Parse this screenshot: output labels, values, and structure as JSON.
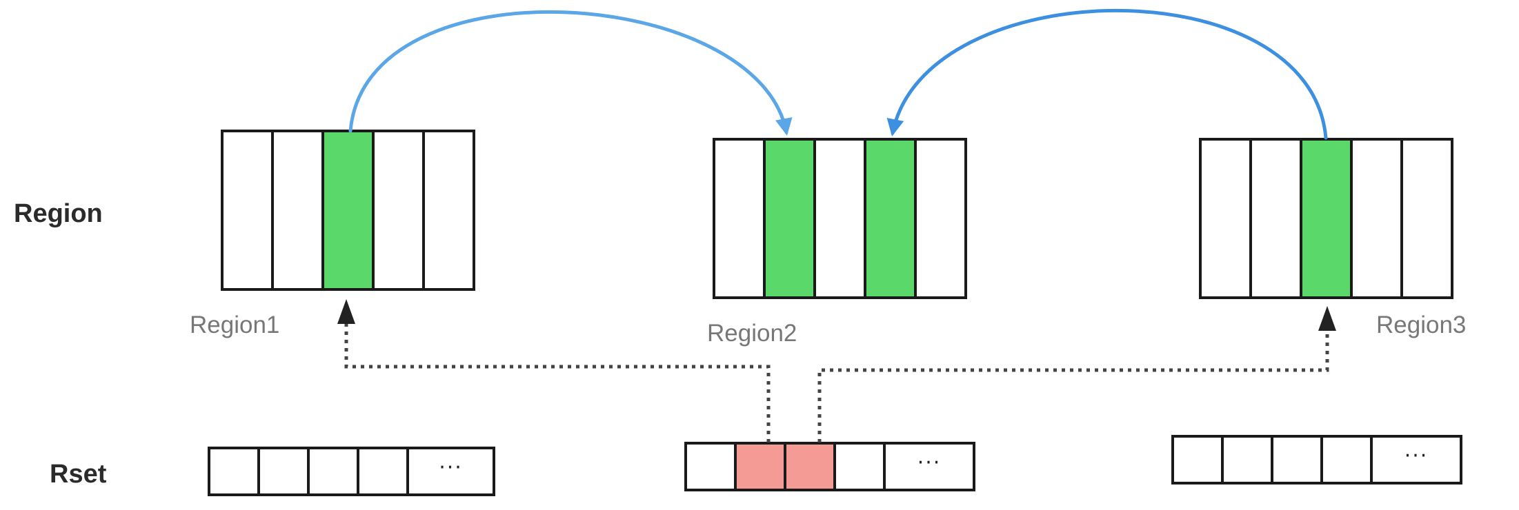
{
  "labels": {
    "region_row": "Region",
    "rset_row": "Rset"
  },
  "colors": {
    "cell_empty": "#ffffff",
    "cell_referenced": "#5ad96a",
    "rset_entry": "#f59b95",
    "cell_border": "#1a1a1a",
    "reference_arrow": "#5aa6e6",
    "pointer_line": "#444444"
  },
  "regions": [
    {
      "name": "Region1",
      "cells": [
        "empty",
        "empty",
        "referenced",
        "empty",
        "empty"
      ]
    },
    {
      "name": "Region2",
      "cells": [
        "empty",
        "referenced",
        "empty",
        "referenced",
        "empty"
      ]
    },
    {
      "name": "Region3",
      "cells": [
        "empty",
        "empty",
        "referenced",
        "empty",
        "empty"
      ]
    }
  ],
  "rsets": [
    {
      "cells": [
        "empty",
        "empty",
        "empty",
        "empty"
      ],
      "ellipsis": "···"
    },
    {
      "cells": [
        "empty",
        "entry",
        "entry",
        "empty"
      ],
      "ellipsis": "···"
    },
    {
      "cells": [
        "empty",
        "empty",
        "empty",
        "empty"
      ],
      "ellipsis": "···"
    }
  ],
  "references": [
    {
      "from": "Region1",
      "to": "Region2"
    },
    {
      "from": "Region3",
      "to": "Region2"
    }
  ],
  "rset_pointers": [
    {
      "owner": "Region2",
      "to": "Region1"
    },
    {
      "owner": "Region2",
      "to": "Region3"
    }
  ]
}
